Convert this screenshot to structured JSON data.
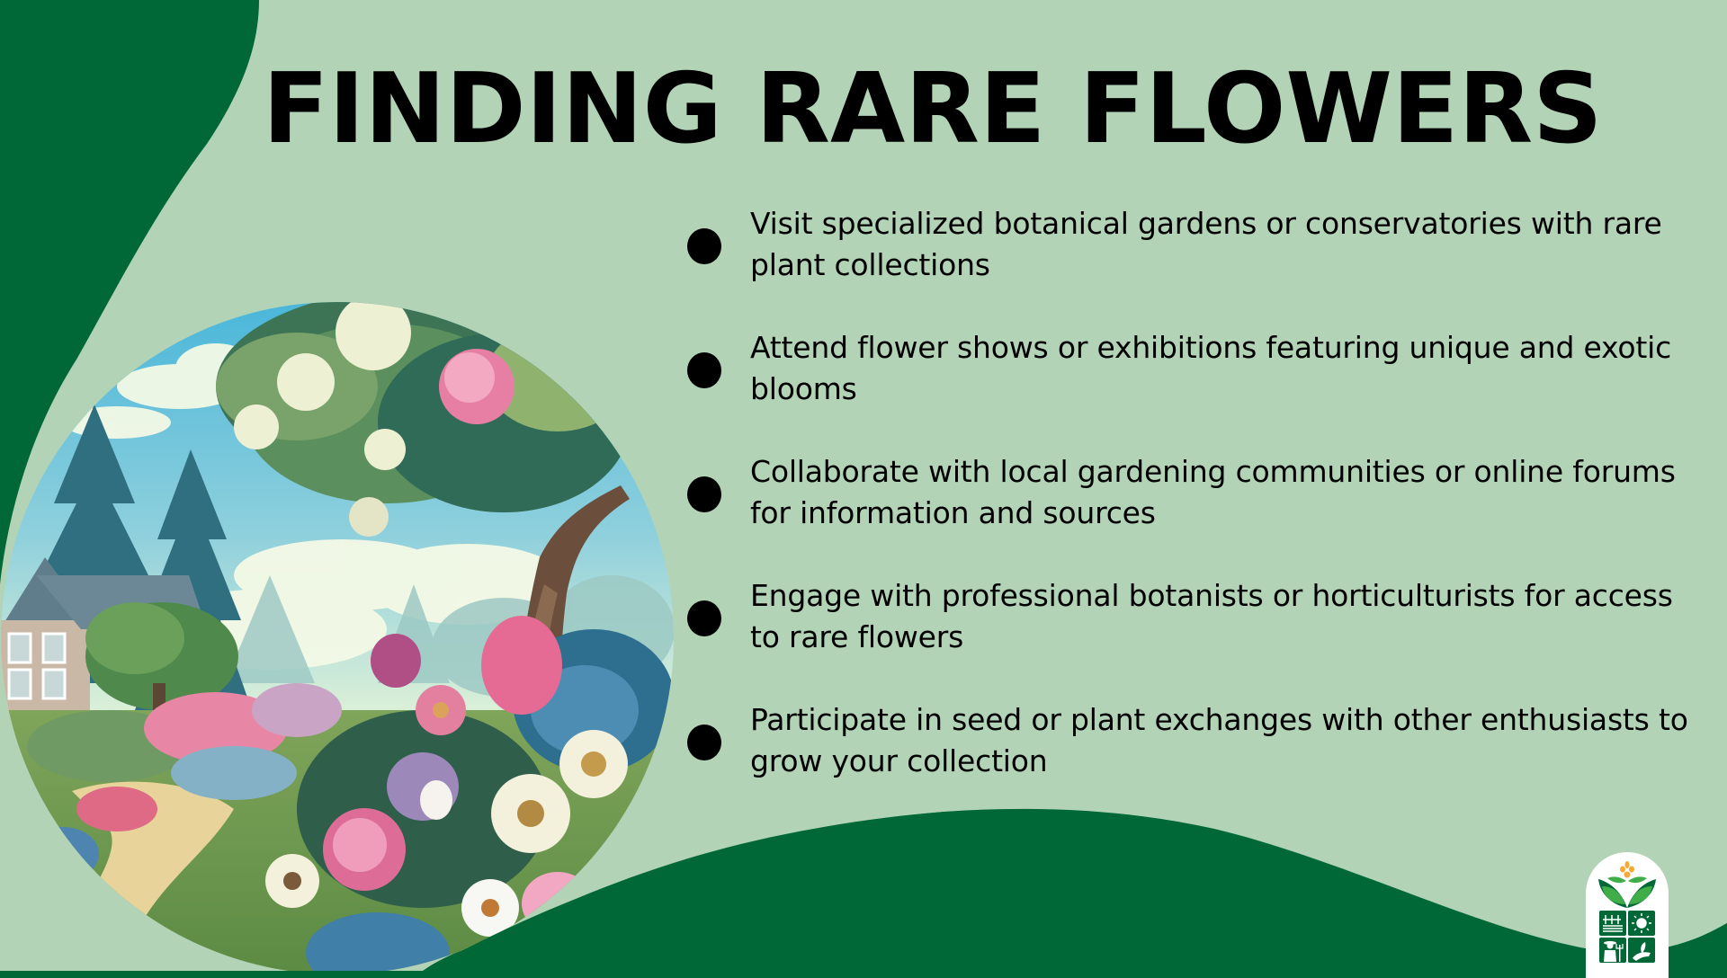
{
  "slide": {
    "title": "FINDING RARE FLOWERS",
    "bullets": [
      {
        "text": "Visit specialized botanical gardens or conservatories with rare plant collections"
      },
      {
        "text": "Attend flower shows or exhibitions featuring unique and exotic blooms"
      },
      {
        "text": "Collaborate with local gardening communities or online forums for information and sources"
      },
      {
        "text": "Engage with professional botanists or horticulturists for access to rare flowers"
      },
      {
        "text": "Participate in seed or plant exchanges with other enthusiasts to grow your collection"
      }
    ],
    "illustration": "garden-scene-circle",
    "logo": "agriculture-logo-icon"
  },
  "colors": {
    "dark_green": "#006837",
    "light_green": "#b3d3b7",
    "text": "#000000",
    "logo_orange": "#f7a935",
    "logo_leaf": "#3fae49"
  }
}
